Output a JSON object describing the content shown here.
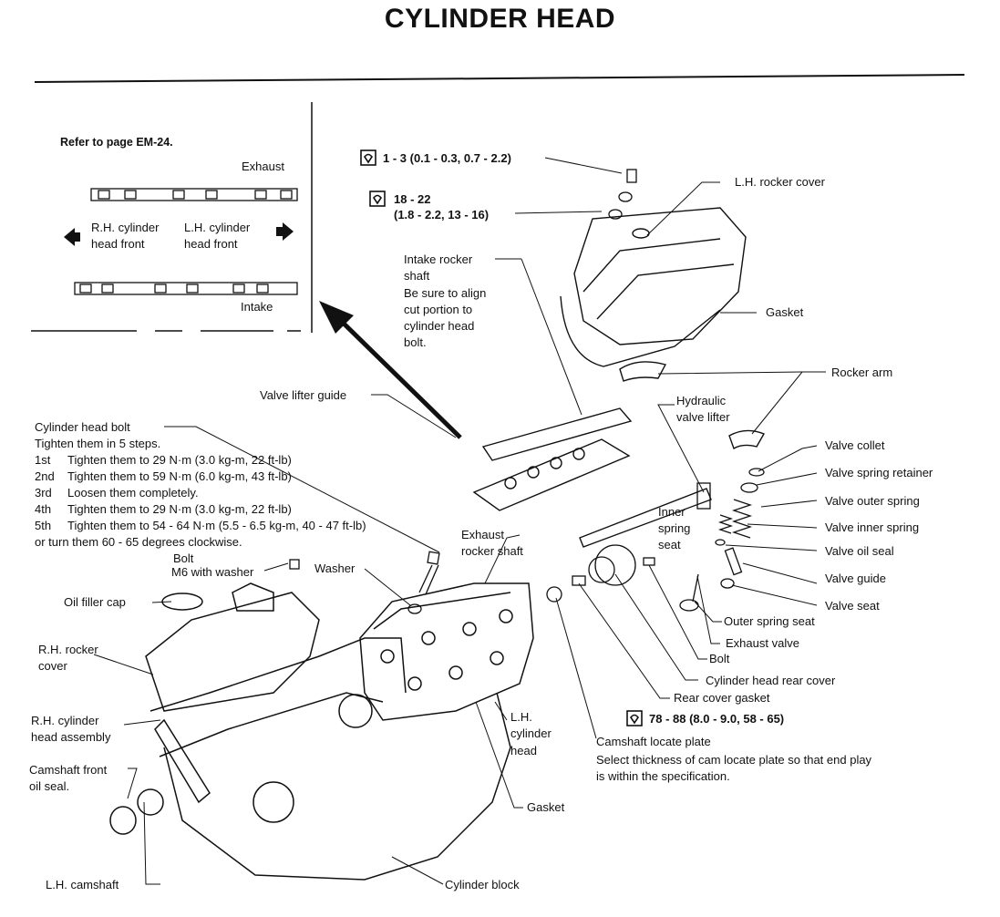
{
  "title": "CYLINDER HEAD",
  "inset": {
    "refer": "Refer to page EM-24.",
    "exhaust": "Exhaust",
    "rh_front": [
      "R.H. cylinder",
      "head front"
    ],
    "lh_front": [
      "L.H. cylinder",
      "head front"
    ],
    "intake": "Intake"
  },
  "torque_specs": {
    "t1": "1 - 3 (0.1 - 0.3, 0.7 - 2.2)",
    "t2": [
      "18 - 22",
      "(1.8 - 2.2, 13 - 16)"
    ],
    "t3": "78 - 88 (8.0 - 9.0, 58 - 65)"
  },
  "bolt_procedure": {
    "heading": "Cylinder head bolt",
    "intro": "Tighten them in 5 steps.",
    "steps": [
      {
        "n": "1st",
        "text": "Tighten them to 29 N·m (3.0 kg-m, 22 ft-lb)"
      },
      {
        "n": "2nd",
        "text": "Tighten them to 59 N·m (6.0 kg-m, 43 ft-lb)"
      },
      {
        "n": "3rd",
        "text": "Loosen them completely."
      },
      {
        "n": "4th",
        "text": "Tighten them to 29 N·m (3.0 kg-m, 22 ft-lb)"
      },
      {
        "n": "5th",
        "text": "Tighten them to 54 - 64 N·m (5.5 - 6.5 kg-m, 40 - 47 ft-lb)"
      }
    ],
    "outro": "or turn them 60 - 65 degrees clockwise."
  },
  "labels": {
    "lh_rocker_cover": "L.H. rocker cover",
    "gasket_top": "Gasket",
    "intake_rocker_shaft": [
      "Intake rocker",
      "shaft",
      "Be sure to align",
      "cut portion to",
      "cylinder head",
      "bolt."
    ],
    "rocker_arm": "Rocker arm",
    "hydraulic_lifter": [
      "Hydraulic",
      "valve lifter"
    ],
    "valve_lifter_guide": "Valve lifter guide",
    "valve_collet": "Valve collet",
    "valve_spring_retainer": "Valve spring retainer",
    "valve_outer_spring": "Valve outer spring",
    "valve_inner_spring": "Valve inner spring",
    "inner_spring_seat": [
      "Inner",
      "spring",
      "seat"
    ],
    "valve_oil_seal": "Valve oil seal",
    "valve_guide": "Valve guide",
    "valve_seat": "Valve seat",
    "outer_spring_seat": "Outer spring seat",
    "exhaust_valve": "Exhaust valve",
    "bolt_right": "Bolt",
    "cyl_head_rear_cover": "Cylinder head rear cover",
    "rear_cover_gasket": "Rear cover gasket",
    "camshaft_locate_plate": "Camshaft locate plate",
    "locate_plate_note": [
      "Select thickness of cam locate plate so that end play",
      "is within the specification."
    ],
    "exhaust_rocker_shaft": [
      "Exhaust",
      "rocker shaft"
    ],
    "bolt_m6": [
      "Bolt",
      "M6 with washer"
    ],
    "washer": "Washer",
    "oil_filler_cap": "Oil filler cap",
    "rh_rocker_cover": [
      "R.H. rocker",
      "cover"
    ],
    "rh_cyl_head_assembly": [
      "R.H. cylinder",
      "head assembly"
    ],
    "camshaft_front_oil_seal": [
      "Camshaft front",
      "oil seal."
    ],
    "lh_cylinder_head": [
      "L.H.",
      "cylinder",
      "head"
    ],
    "gasket_bottom": "Gasket",
    "lh_camshaft": "L.H. camshaft",
    "cylinder_block": "Cylinder block"
  }
}
